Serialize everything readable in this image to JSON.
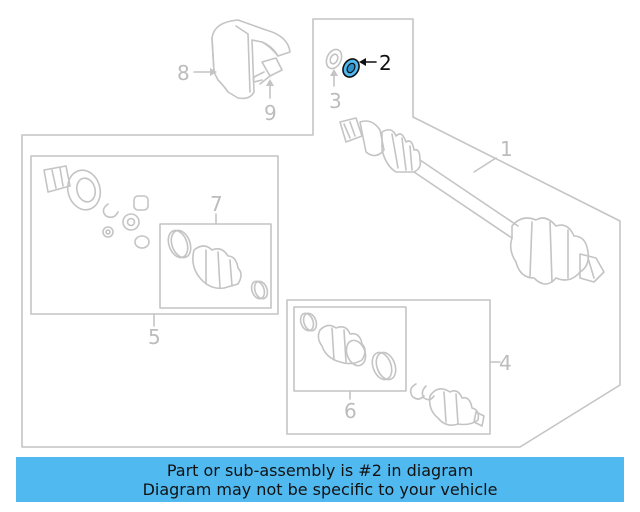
{
  "diagram": {
    "callouts": [
      {
        "id": "1",
        "label": "1"
      },
      {
        "id": "2",
        "label": "2"
      },
      {
        "id": "3",
        "label": "3"
      },
      {
        "id": "4",
        "label": "4"
      },
      {
        "id": "5",
        "label": "5"
      },
      {
        "id": "6",
        "label": "6"
      },
      {
        "id": "7",
        "label": "7"
      },
      {
        "id": "8",
        "label": "8"
      },
      {
        "id": "9",
        "label": "9"
      }
    ],
    "highlighted_part": "2",
    "highlight_color": "#4fb9f0",
    "line_color": "#c4c4c4"
  },
  "banner": {
    "line1": "Part or sub-assembly is #2 in diagram",
    "line2": "Diagram may not be specific to your vehicle",
    "background": "#4fb9f0"
  }
}
